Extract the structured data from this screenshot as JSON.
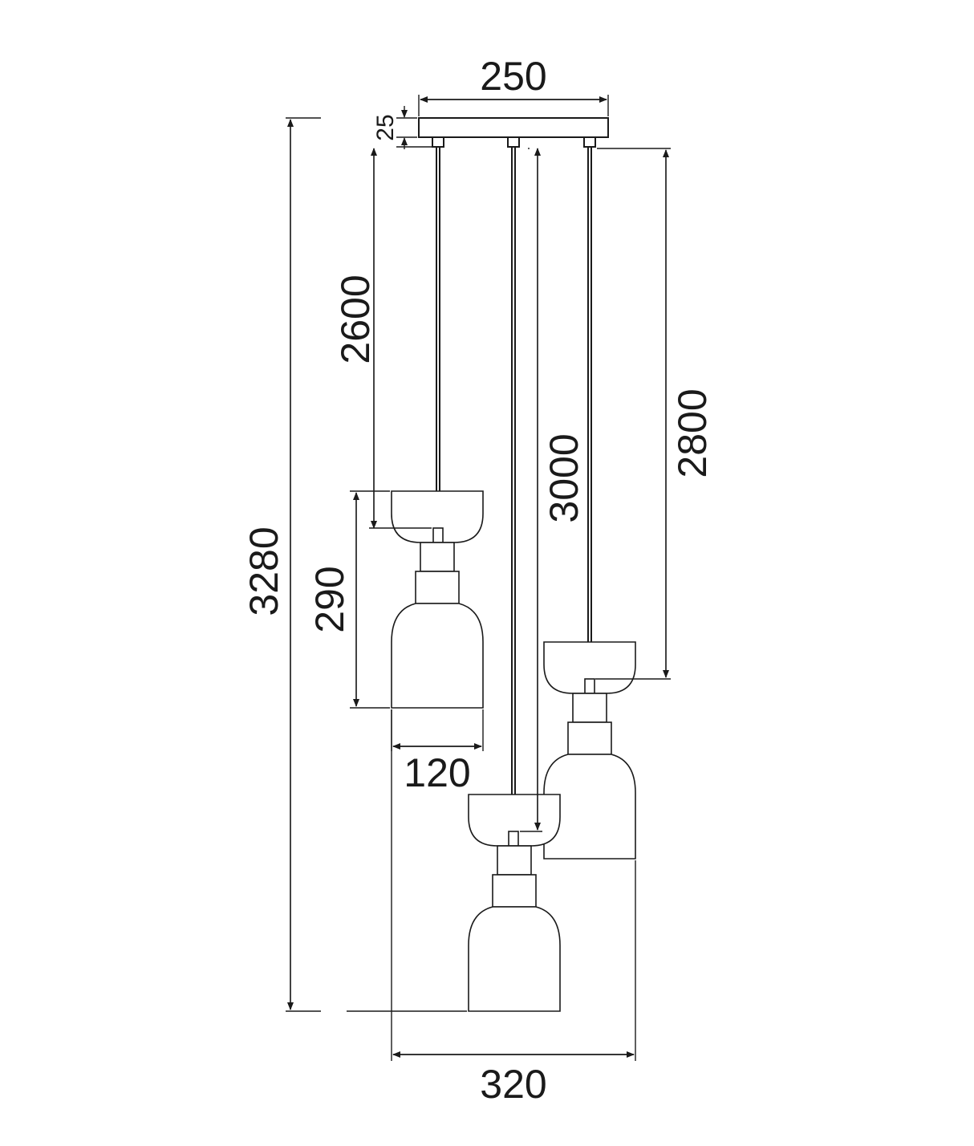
{
  "dimensions": {
    "canopy_width": "250",
    "canopy_height": "25",
    "cable_short": "2600",
    "cable_long": "3000",
    "cable_mid": "2800",
    "overall_height": "3280",
    "shade_height": "290",
    "shade_width": "120",
    "overall_width": "320"
  },
  "colors": {
    "line": "#1a1a1a",
    "background": "#ffffff"
  }
}
